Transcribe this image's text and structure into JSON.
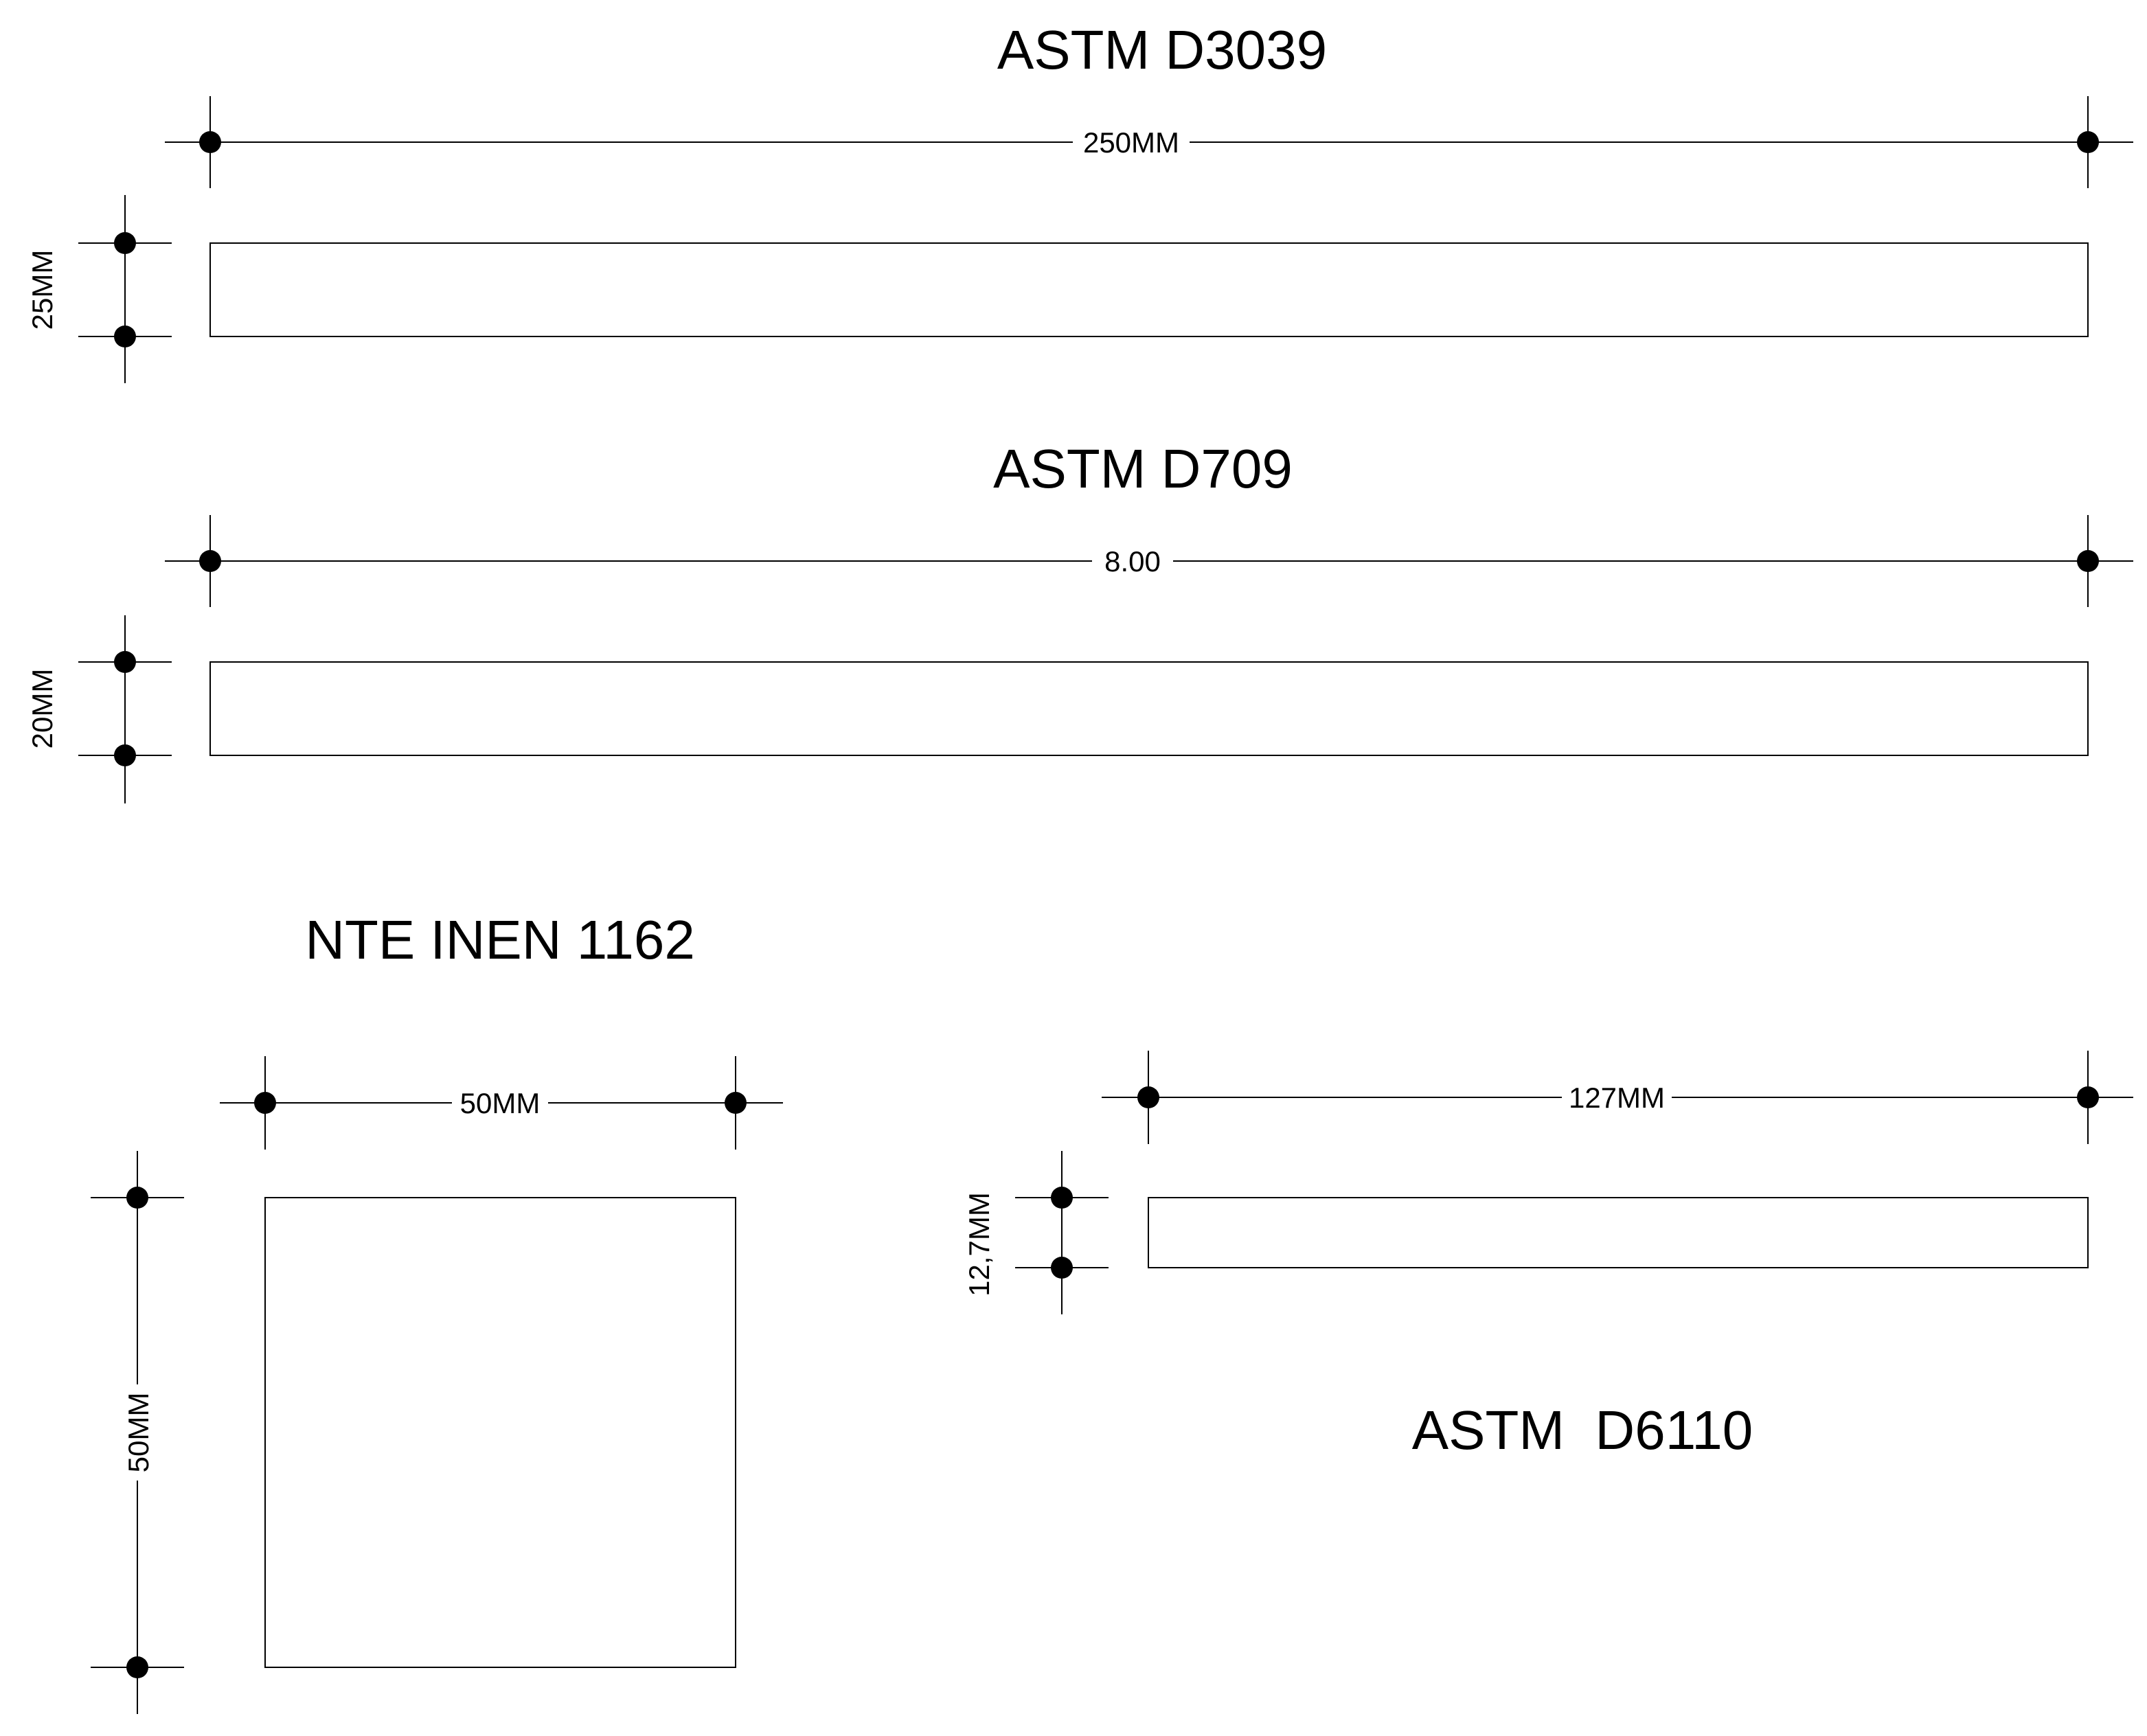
{
  "sections": {
    "d3039": {
      "title": "ASTM D3039",
      "length_label": "250MM",
      "width_label": "25MM"
    },
    "d709": {
      "title": "ASTM D709",
      "length_label": "8.00",
      "width_label": "20MM"
    },
    "inen1162": {
      "title": "NTE INEN 1162",
      "width_label": "50MM",
      "height_label": "50MM"
    },
    "d6110": {
      "title": "ASTM  D6110",
      "length_label": "127MM",
      "width_label": "12,7MM"
    }
  },
  "colors": {
    "line": "#000000",
    "background": "#ffffff"
  }
}
